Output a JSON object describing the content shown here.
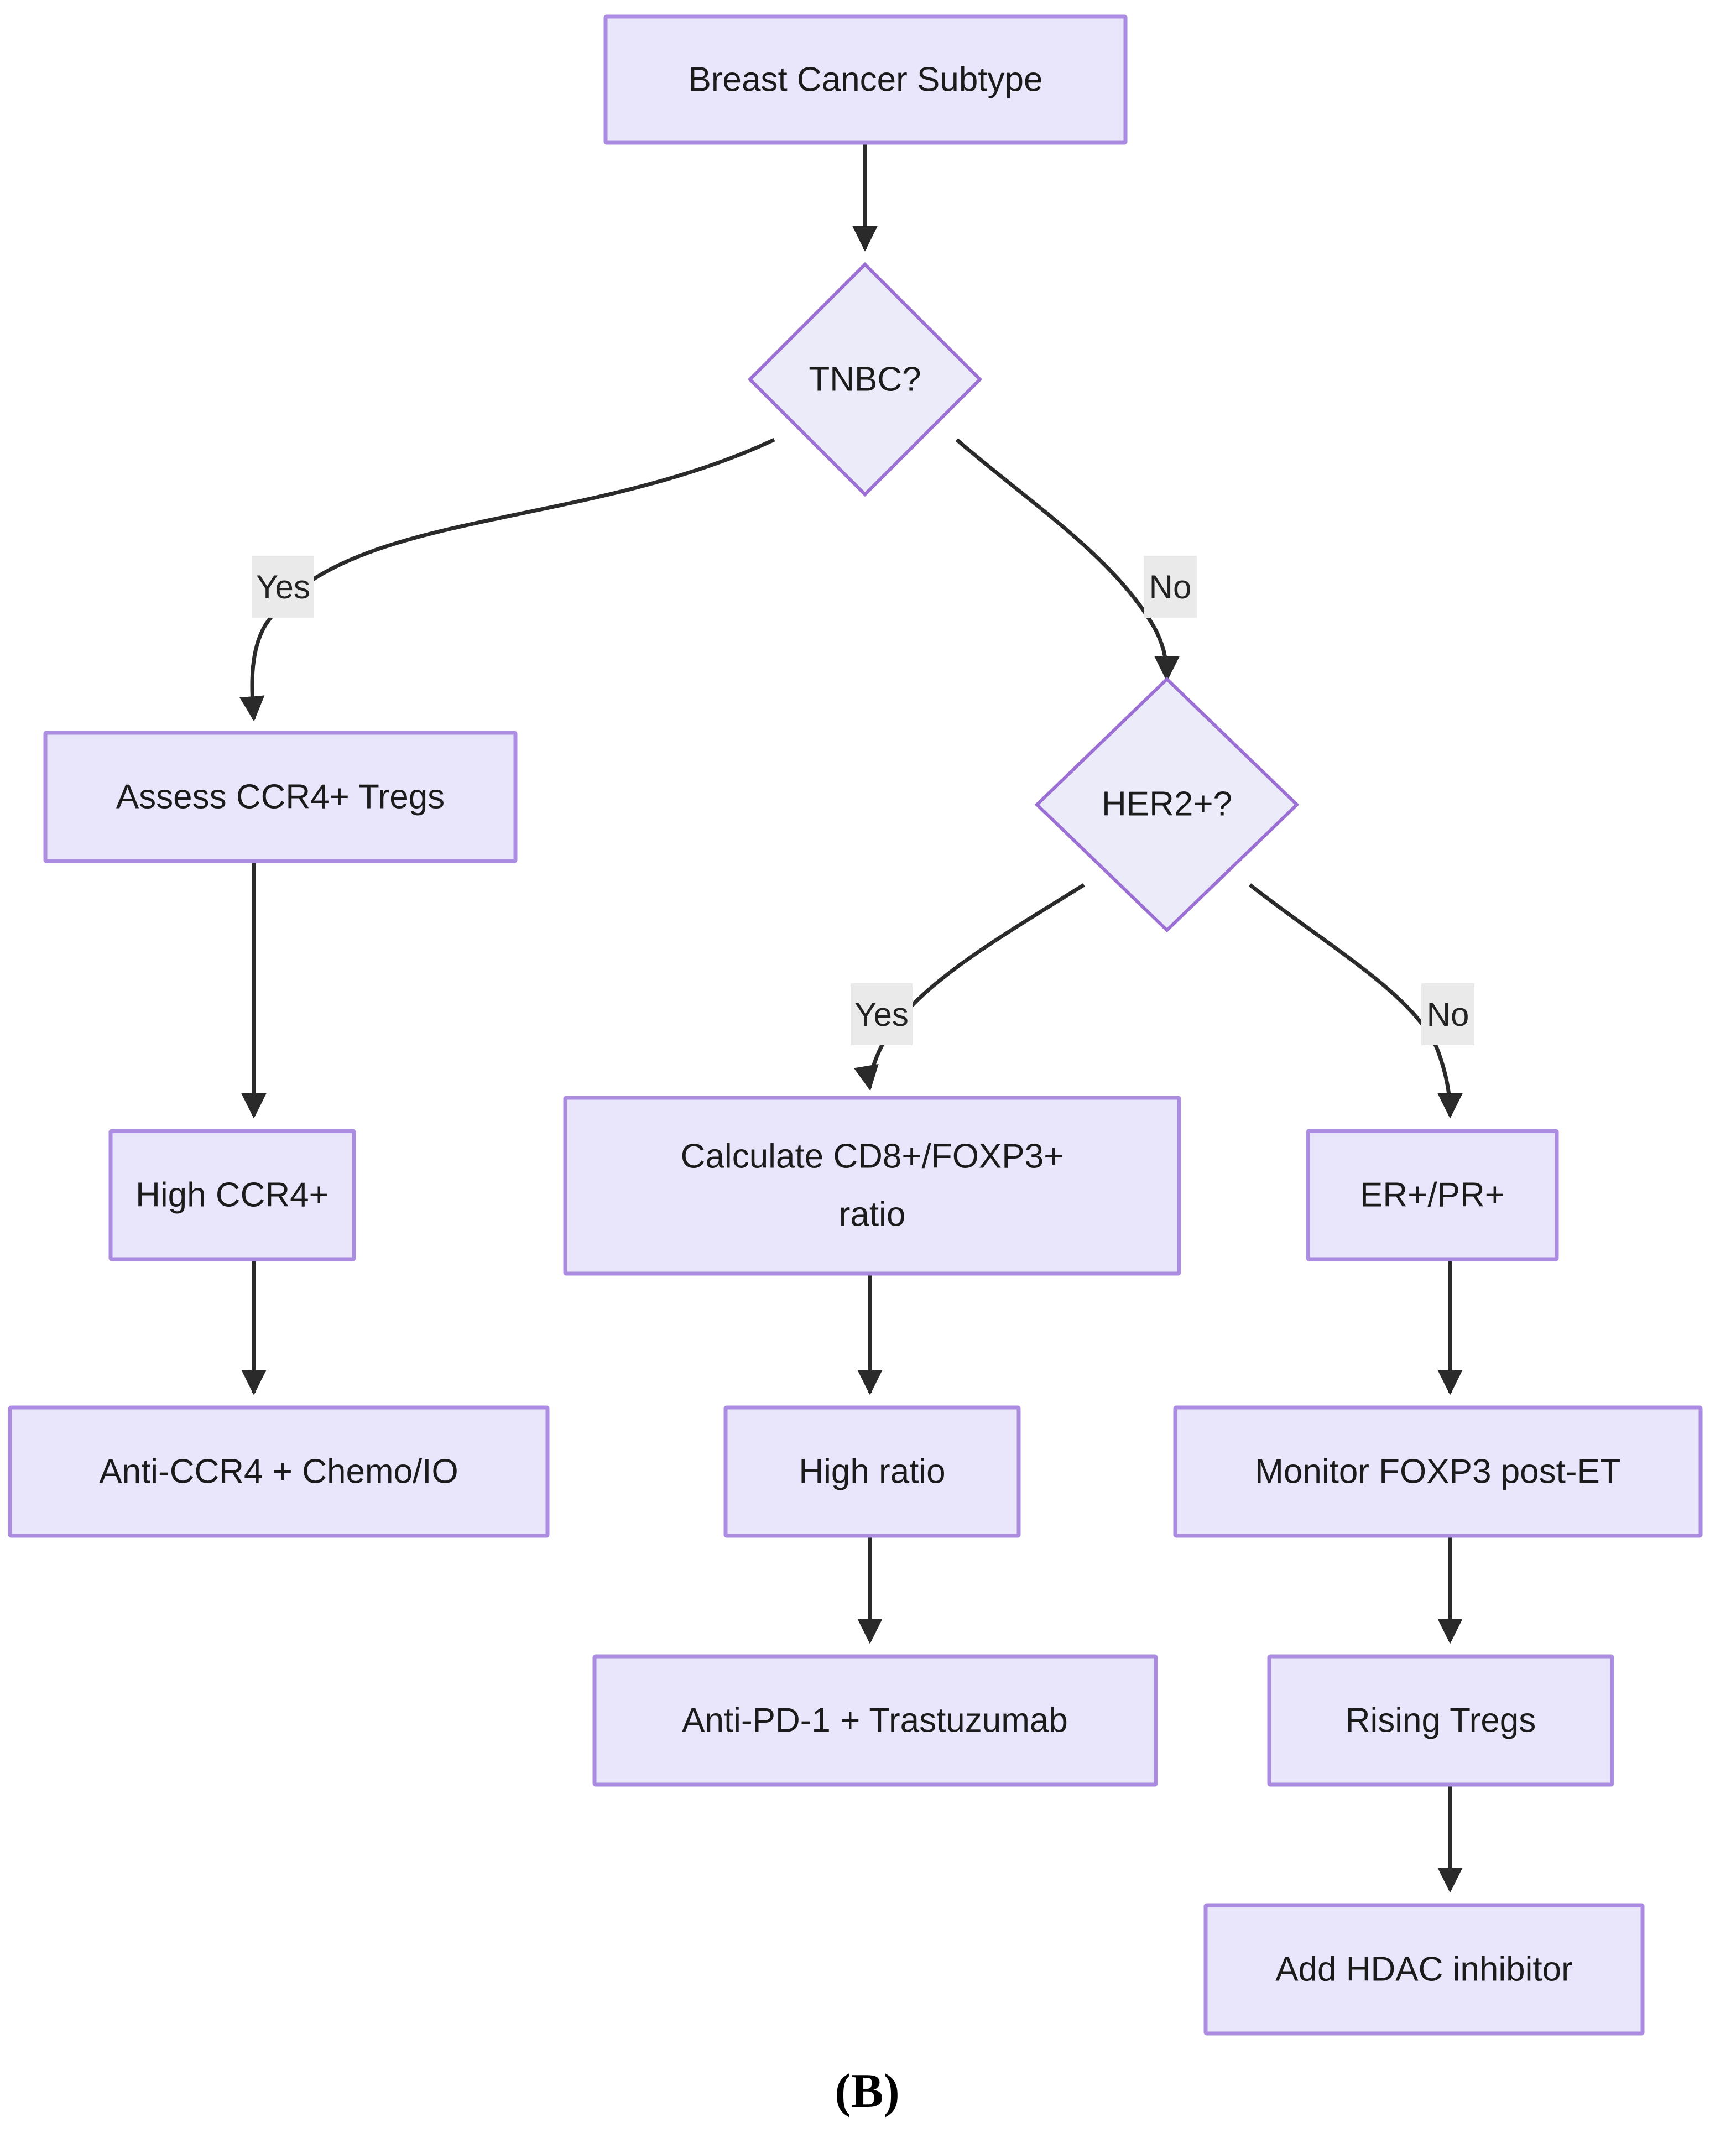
{
  "figure": {
    "panel_label": "(B)",
    "type": "decision-flowchart",
    "background_color": "#ffffff",
    "node_fill_color": "#e9e6fb",
    "node_border_color": "#ab8ce0",
    "edge_color": "#2a2a2a",
    "edge_label_background": "#eaeaea"
  },
  "nodes": {
    "start": {
      "label": "Breast Cancer Subtype",
      "shape": "rect"
    },
    "tnbc": {
      "label": "TNBC?",
      "shape": "diamond"
    },
    "assess_ccr4": {
      "label": "Assess CCR4+ Tregs",
      "shape": "rect"
    },
    "her2": {
      "label": "HER2+?",
      "shape": "diamond"
    },
    "high_ccr4": {
      "label": "High CCR4+",
      "shape": "rect"
    },
    "calc_ratio_line1": {
      "label": "Calculate CD8+/FOXP3+",
      "shape": "rect"
    },
    "calc_ratio_line2": {
      "label": "ratio",
      "shape": "rect"
    },
    "er_pr": {
      "label": "ER+/PR+",
      "shape": "rect"
    },
    "anti_ccr4": {
      "label": "Anti-CCR4 + Chemo/IO",
      "shape": "rect"
    },
    "high_ratio": {
      "label": "High ratio",
      "shape": "rect"
    },
    "monitor_foxp3": {
      "label": "Monitor FOXP3 post-ET",
      "shape": "rect"
    },
    "anti_pd1": {
      "label": "Anti-PD-1 + Trastuzumab",
      "shape": "rect"
    },
    "rising_tregs": {
      "label": "Rising Tregs",
      "shape": "rect"
    },
    "add_hdac": {
      "label": "Add HDAC inhibitor",
      "shape": "rect"
    }
  },
  "edge_labels": {
    "tnbc_yes": "Yes",
    "tnbc_no": "No",
    "her2_yes": "Yes",
    "her2_no": "No"
  },
  "chart_data": {
    "type": "diagram",
    "title": "Breast Cancer Subtype decision flowchart",
    "nodes": [
      "Breast Cancer Subtype",
      "TNBC?",
      "Assess CCR4+ Tregs",
      "HER2+?",
      "High CCR4+",
      "Calculate CD8+/FOXP3+ ratio",
      "ER+/PR+",
      "Anti-CCR4 + Chemo/IO",
      "High ratio",
      "Monitor FOXP3 post-ET",
      "Anti-PD-1 + Trastuzumab",
      "Rising Tregs",
      "Add HDAC inhibitor"
    ],
    "edges": [
      {
        "from": "Breast Cancer Subtype",
        "to": "TNBC?",
        "label": ""
      },
      {
        "from": "TNBC?",
        "to": "Assess CCR4+ Tregs",
        "label": "Yes"
      },
      {
        "from": "TNBC?",
        "to": "HER2+?",
        "label": "No"
      },
      {
        "from": "Assess CCR4+ Tregs",
        "to": "High CCR4+",
        "label": ""
      },
      {
        "from": "High CCR4+",
        "to": "Anti-CCR4 + Chemo/IO",
        "label": ""
      },
      {
        "from": "HER2+?",
        "to": "Calculate CD8+/FOXP3+ ratio",
        "label": "Yes"
      },
      {
        "from": "HER2+?",
        "to": "ER+/PR+",
        "label": "No"
      },
      {
        "from": "Calculate CD8+/FOXP3+ ratio",
        "to": "High ratio",
        "label": ""
      },
      {
        "from": "High ratio",
        "to": "Anti-PD-1 + Trastuzumab",
        "label": ""
      },
      {
        "from": "ER+/PR+",
        "to": "Monitor FOXP3 post-ET",
        "label": ""
      },
      {
        "from": "Monitor FOXP3 post-ET",
        "to": "Rising Tregs",
        "label": ""
      },
      {
        "from": "Rising Tregs",
        "to": "Add HDAC inhibitor",
        "label": ""
      }
    ]
  }
}
